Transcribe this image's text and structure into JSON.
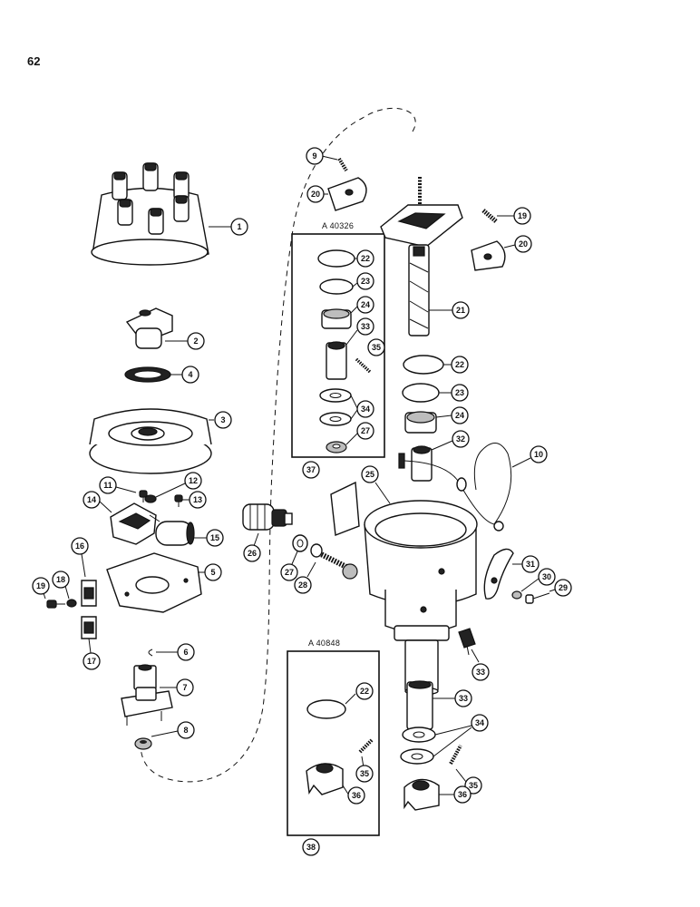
{
  "page_number": "62",
  "kits": [
    {
      "id": "kit-a40326",
      "label": "A 40326",
      "callout": "37"
    },
    {
      "id": "kit-a40848",
      "label": "A 40848",
      "callout": "38"
    }
  ],
  "callouts": [
    "1",
    "2",
    "3",
    "4",
    "5",
    "6",
    "7",
    "8",
    "9",
    "10",
    "11",
    "12",
    "13",
    "14",
    "15",
    "16",
    "17",
    "18",
    "19",
    "19",
    "20",
    "20",
    "21",
    "22",
    "22",
    "22",
    "23",
    "23",
    "24",
    "24",
    "25",
    "26",
    "27",
    "27",
    "28",
    "29",
    "30",
    "31",
    "32",
    "33",
    "33",
    "33",
    "34",
    "34",
    "34",
    "35",
    "35",
    "35",
    "36",
    "36"
  ]
}
